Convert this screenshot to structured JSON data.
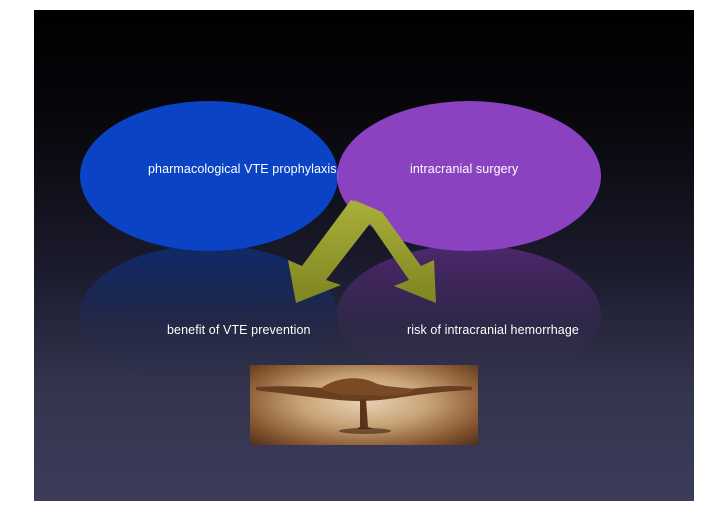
{
  "slide": {
    "left_circle_label": "pharmacological VTE prophylaxis",
    "right_circle_label": "intracranial surgery",
    "outcome_left": "benefit of VTE prevention",
    "outcome_right": "risk of intracranial hemorrhage",
    "colors": {
      "left_circle": "#0a44c4",
      "right_circle": "#8e44c6",
      "overlap": "#c15ad6",
      "arrow": "#9aa12e"
    },
    "image": {
      "icon": "acrobats-balance-photo"
    }
  }
}
